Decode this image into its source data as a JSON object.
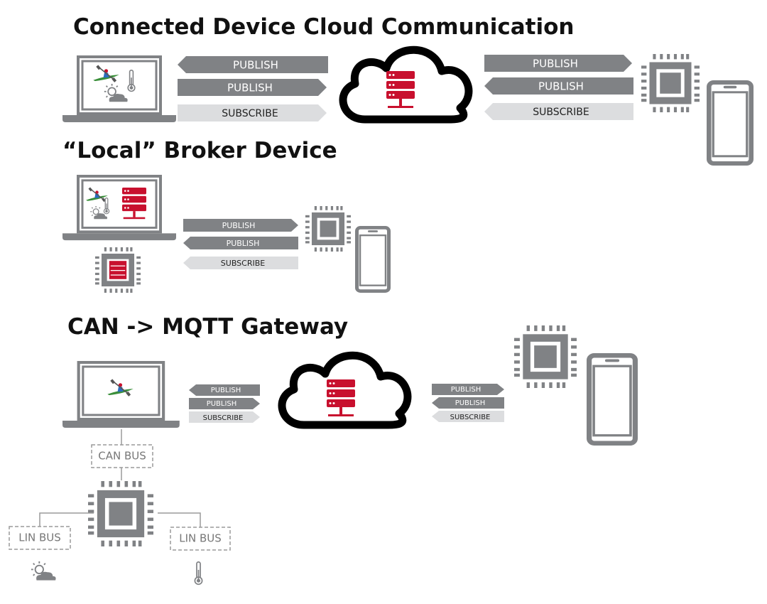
{
  "sections": {
    "cloud": {
      "title": "Connected Device Cloud Communication"
    },
    "local": {
      "title": "“Local” Broker Device"
    },
    "gateway": {
      "title": "CAN -> MQTT Gateway"
    }
  },
  "labels": {
    "publish": "PUBLISH",
    "subscribe": "SUBSCRIBE",
    "can_bus": "CAN BUS",
    "lin_bus": "LIN BUS"
  },
  "colors": {
    "arrow_dark": "#808285",
    "arrow_light": "#dcdddf",
    "device_gray": "#808285",
    "server_red": "#c8102e",
    "cloud_outline": "#000000",
    "bus_dash": "#9a9a9a"
  },
  "icons": [
    "laptop-icon",
    "cloud-icon",
    "server-icon",
    "chip-icon",
    "phone-icon",
    "kayaker-icon",
    "thermometer-icon",
    "sun-cloud-icon"
  ]
}
